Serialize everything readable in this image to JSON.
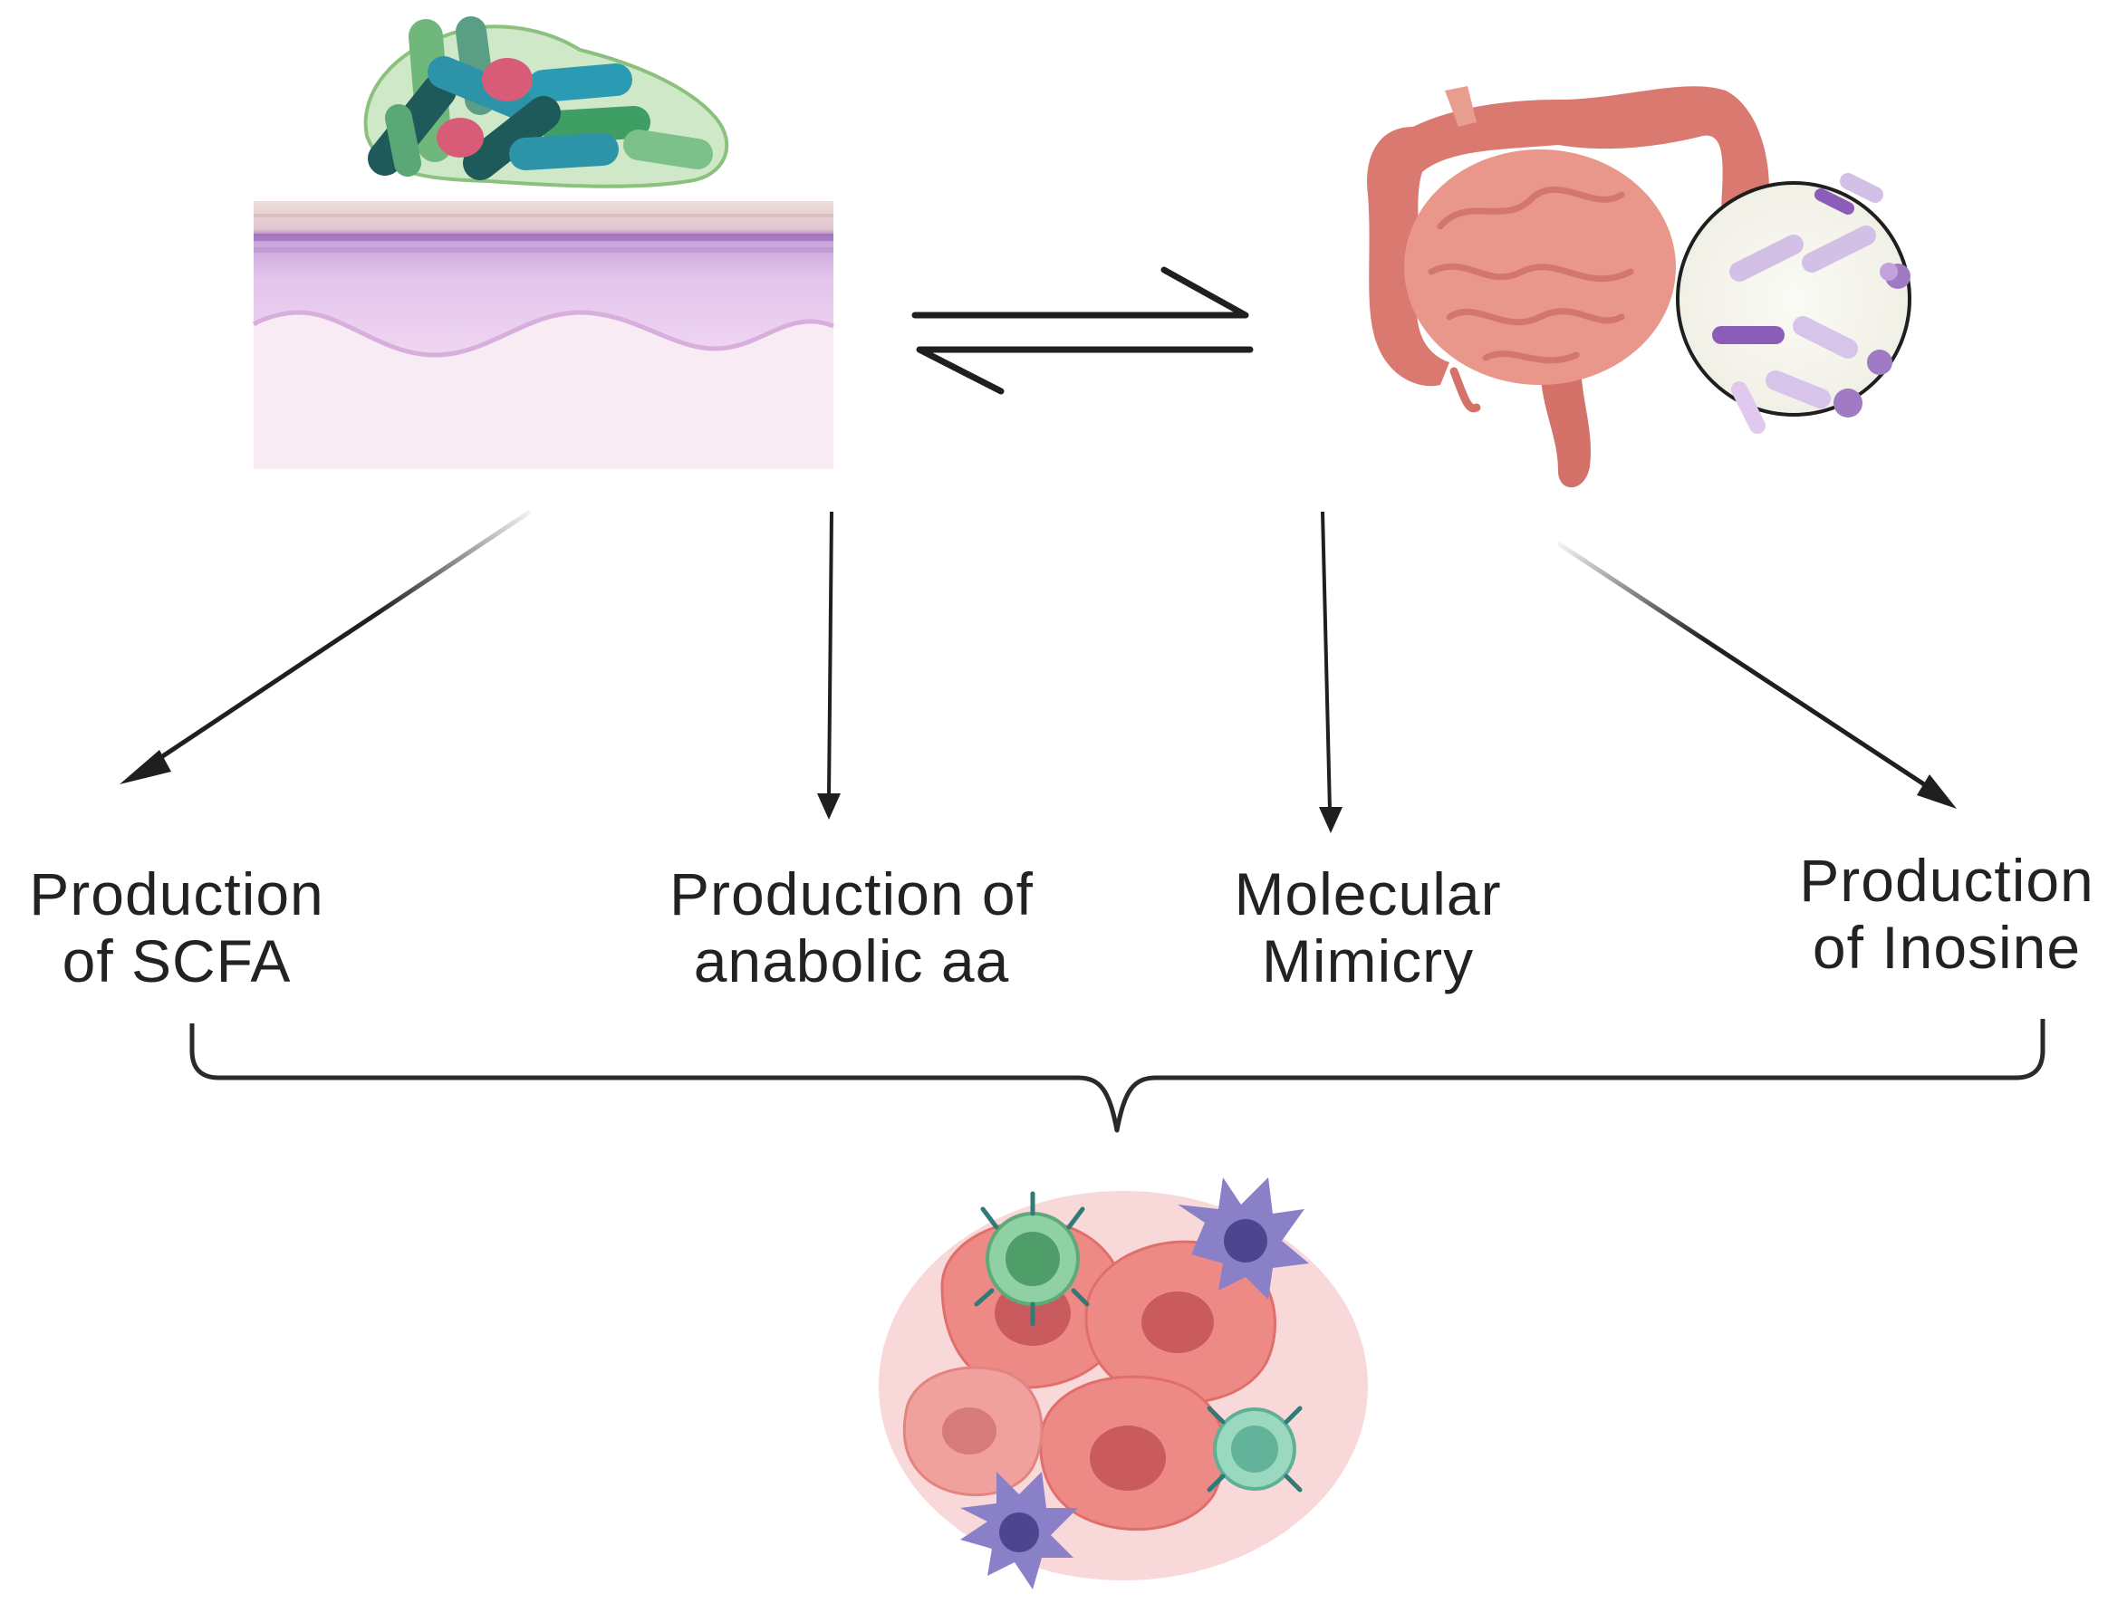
{
  "diagram": {
    "nodes": {
      "skin": {
        "icon": "skin-microbiome-icon"
      },
      "gut": {
        "icon": "gut-microbiome-icon"
      },
      "tumor": {
        "icon": "tumor-immune-cells-icon"
      }
    },
    "outcomes": [
      {
        "line1": "Production",
        "line2": "of SCFA"
      },
      {
        "line1": "Production of",
        "line2": "anabolic aa"
      },
      {
        "line1": "Molecular",
        "line2": "Mimicry"
      },
      {
        "line1": "Production",
        "line2": "of Inosine"
      }
    ],
    "colors": {
      "arrow": "#1f1f1f",
      "skin_upper": "#ead6d2",
      "skin_mid": "#c79ad6",
      "skin_lower": "#ead2ee",
      "skin_base": "#f9ecf4",
      "gut": "#e0857a",
      "tumor": "#e87878",
      "t_cell": "#6cc08c",
      "dendritic": "#7b72b8"
    }
  }
}
